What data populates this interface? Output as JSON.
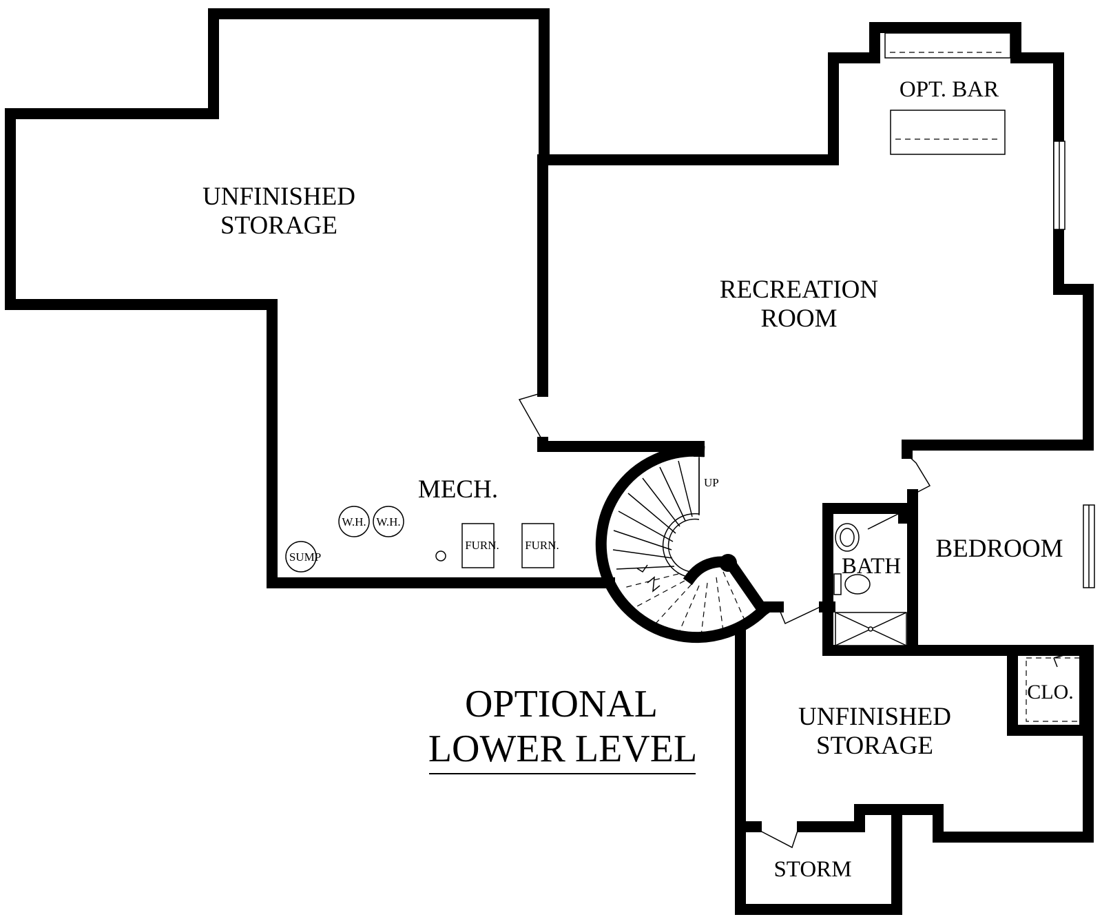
{
  "plan": {
    "title_line1": "OPTIONAL",
    "title_line2": "LOWER LEVEL"
  },
  "rooms": {
    "unfinished_storage_top": {
      "line1": "UNFINISHED",
      "line2": "STORAGE"
    },
    "recreation_room": {
      "line1": "RECREATION",
      "line2": "ROOM"
    },
    "opt_bar": "OPT. BAR",
    "mech": "MECH.",
    "bedroom": "BEDROOM",
    "bath": "BATH",
    "clo": "CLO.",
    "unfinished_storage_bottom": {
      "line1": "UNFINISHED",
      "line2": "STORAGE"
    },
    "storm": "STORM"
  },
  "fixtures": {
    "water_heater_1": "W.H.",
    "water_heater_2": "W.H.",
    "sump": "SUMP",
    "furnace_1": "FURN.",
    "furnace_2": "FURN.",
    "stair_up": "UP"
  }
}
